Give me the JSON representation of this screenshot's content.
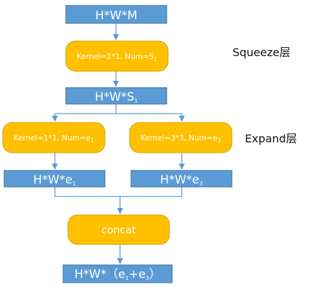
{
  "diagram": {
    "nodes": {
      "input": {
        "base": "H*W*M",
        "sub": "",
        "tail": ""
      },
      "squeeze_op": {
        "base": "Kernel=1*1, Num=S",
        "sub": "1",
        "tail": ""
      },
      "squeeze_out": {
        "base": "H*W*S",
        "sub": "1",
        "tail": ""
      },
      "expand_op_left": {
        "base": "Kernel=1*1, Num=e",
        "sub": "1",
        "tail": ""
      },
      "expand_op_right": {
        "base": "Kernel=3*3, Num=e",
        "sub": "3",
        "tail": ""
      },
      "expand_out_left": {
        "base": "H*W*e",
        "sub": "1",
        "tail": ""
      },
      "expand_out_right": {
        "base": "H*W*e",
        "sub": "3",
        "tail": ""
      },
      "concat_op": {
        "label": "concat"
      },
      "output": {
        "base": "H*W*（e",
        "sub": "1",
        "mid": "+e",
        "sub2": "3",
        "tail": "）"
      }
    },
    "side_labels": {
      "squeeze": "Squeeze层",
      "expand": "Expand层"
    },
    "colors": {
      "box_fill": "#5b9bd5",
      "operation_fill": "#ffc000",
      "connector": "#5b9bd5",
      "label_text": "#ffffff"
    }
  }
}
